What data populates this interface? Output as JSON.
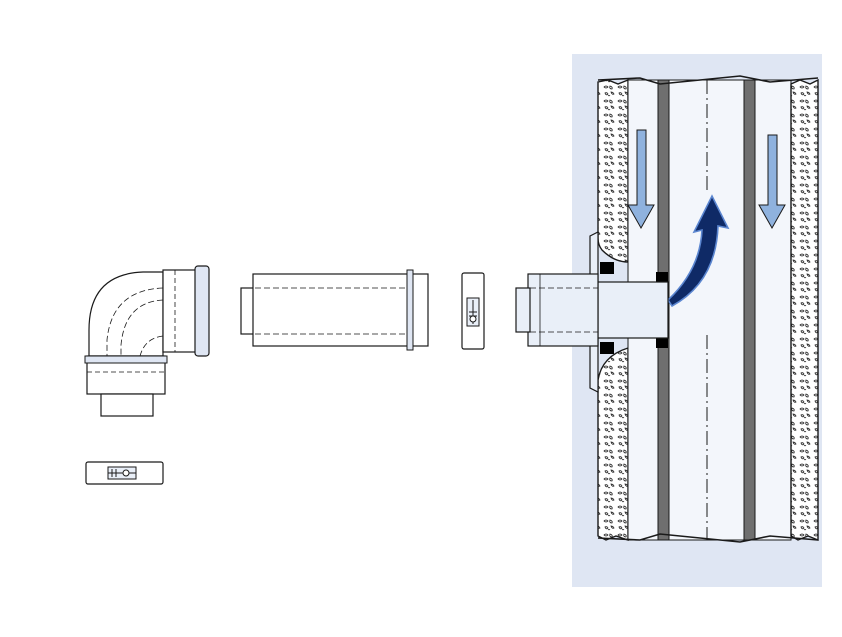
{
  "colors": {
    "background": "#ffffff",
    "wall_panel": "#dfe6f3",
    "pipe_fill": "#e9eff8",
    "pipe_fill_light": "#f3f6fb",
    "outline": "#1a1a1a",
    "insulation": "#ffffff",
    "inner_liner": "#6f6f6f",
    "gasket": "#000000",
    "arrow_down": "#8fb2de",
    "arrow_up": "#0f2a66",
    "arrow_up_edge": "#5b86d0"
  },
  "components": [
    {
      "name": "elbow-90",
      "icon": "elbow-pipe-icon"
    },
    {
      "name": "clamp-loose",
      "icon": "clamp-icon"
    },
    {
      "name": "extension-pipe",
      "icon": "straight-pipe-icon"
    },
    {
      "name": "clamp-vertical",
      "icon": "clamp-icon"
    },
    {
      "name": "chimney-adapter",
      "icon": "adapter-icon"
    },
    {
      "name": "chimney-shaft",
      "icon": "chimney-section-icon"
    }
  ],
  "flow": {
    "fresh_air_arrows": 2,
    "exhaust_arrows": 1
  }
}
